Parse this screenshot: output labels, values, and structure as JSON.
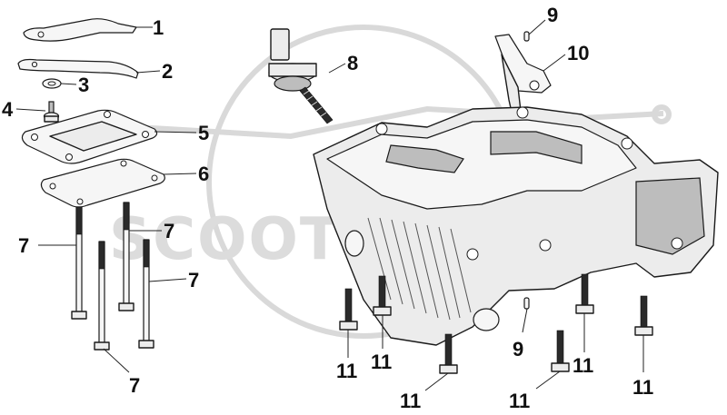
{
  "watermark": {
    "text": "SCOOTER"
  },
  "callouts": [
    {
      "id": "c1",
      "label": "1"
    },
    {
      "id": "c2",
      "label": "2"
    },
    {
      "id": "c3",
      "label": "3"
    },
    {
      "id": "c4",
      "label": "4"
    },
    {
      "id": "c5",
      "label": "5"
    },
    {
      "id": "c6",
      "label": "6"
    },
    {
      "id": "c7a",
      "label": "7"
    },
    {
      "id": "c7b",
      "label": "7"
    },
    {
      "id": "c7c",
      "label": "7"
    },
    {
      "id": "c7d",
      "label": "7"
    },
    {
      "id": "c8",
      "label": "8"
    },
    {
      "id": "c9a",
      "label": "9"
    },
    {
      "id": "c9b",
      "label": "9"
    },
    {
      "id": "c10",
      "label": "10"
    },
    {
      "id": "c11a",
      "label": "11"
    },
    {
      "id": "c11b",
      "label": "11"
    },
    {
      "id": "c11c",
      "label": "11"
    },
    {
      "id": "c11d",
      "label": "11"
    },
    {
      "id": "c11e",
      "label": "11"
    },
    {
      "id": "c11f",
      "label": "11"
    }
  ]
}
